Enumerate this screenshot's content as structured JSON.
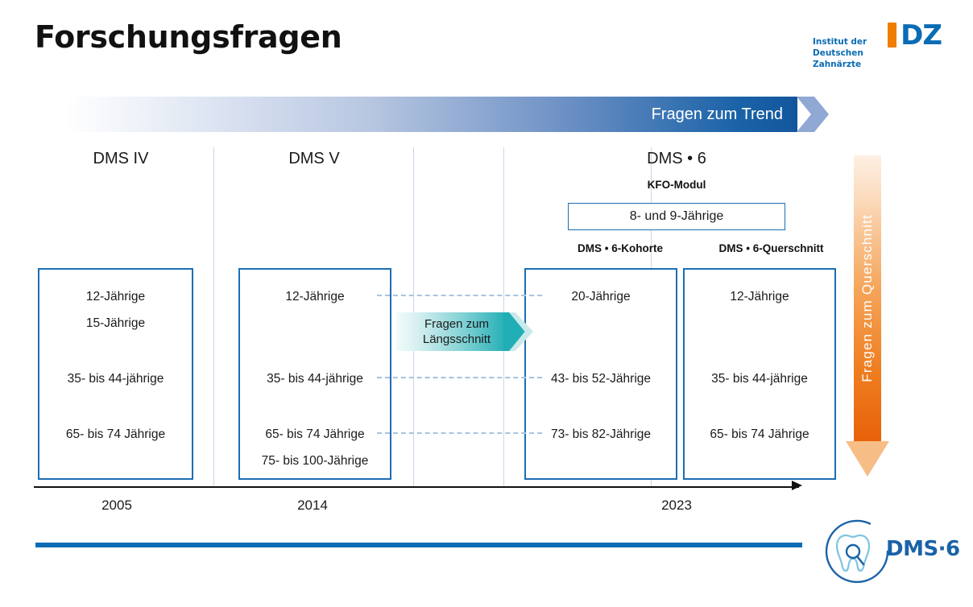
{
  "title": "Forschungsfragen",
  "brand": {
    "idz_letter_i": "I",
    "idz_letters": "DZ",
    "idz_line1": "Institut der",
    "idz_line2": "Deutschen Zahnärzte",
    "dms6_wordmark": "DMS·6",
    "colors": {
      "orange": "#ef7d00",
      "blue": "#0a6cb4",
      "box_border": "#1b6eb4",
      "teal": "#21aeb5",
      "dash": "#a9c2e0",
      "trend_tip": "#8fa8d4"
    }
  },
  "trend_banner": {
    "label": "Fragen zum Trend"
  },
  "cross_section_arrow": {
    "label": "Fragen zum Querschnitt"
  },
  "longitudinal_arrow": {
    "line1": "Fragen zum",
    "line2": "Längsschnitt"
  },
  "columns": [
    {
      "name": "dms-iv",
      "header": "DMS IV",
      "year": "2005"
    },
    {
      "name": "dms-v",
      "header": "DMS V",
      "year": "2014"
    },
    {
      "name": "dms-6",
      "header": "DMS • 6",
      "year": "2023"
    }
  ],
  "kfo": {
    "module_label": "KFO-Modul",
    "box_label": "8- und 9-Jährige"
  },
  "sub_headers": {
    "kohorte": "DMS • 6-Kohorte",
    "querschnitt": "DMS • 6-Querschnitt"
  },
  "boxes": {
    "dms_iv": {
      "name": "DMS IV",
      "rows": [
        "12-Jährige",
        "15-Jährige",
        "35- bis 44-jährige",
        "65- bis 74 Jährige"
      ]
    },
    "dms_v": {
      "name": "DMS V",
      "rows": [
        "12-Jährige",
        "35- bis 44-jährige",
        "65- bis 74 Jährige",
        "75- bis 100-Jährige"
      ]
    },
    "dms6_kohorte": {
      "name": "DMS • 6-Kohorte",
      "rows": [
        "20-Jährige",
        "43- bis 52-Jährige",
        "73- bis 82-Jährige"
      ]
    },
    "dms6_querschnitt": {
      "name": "DMS • 6-Querschnitt",
      "rows": [
        "12-Jährige",
        "35- bis 44-jährige",
        "65- bis 74 Jährige"
      ]
    }
  }
}
